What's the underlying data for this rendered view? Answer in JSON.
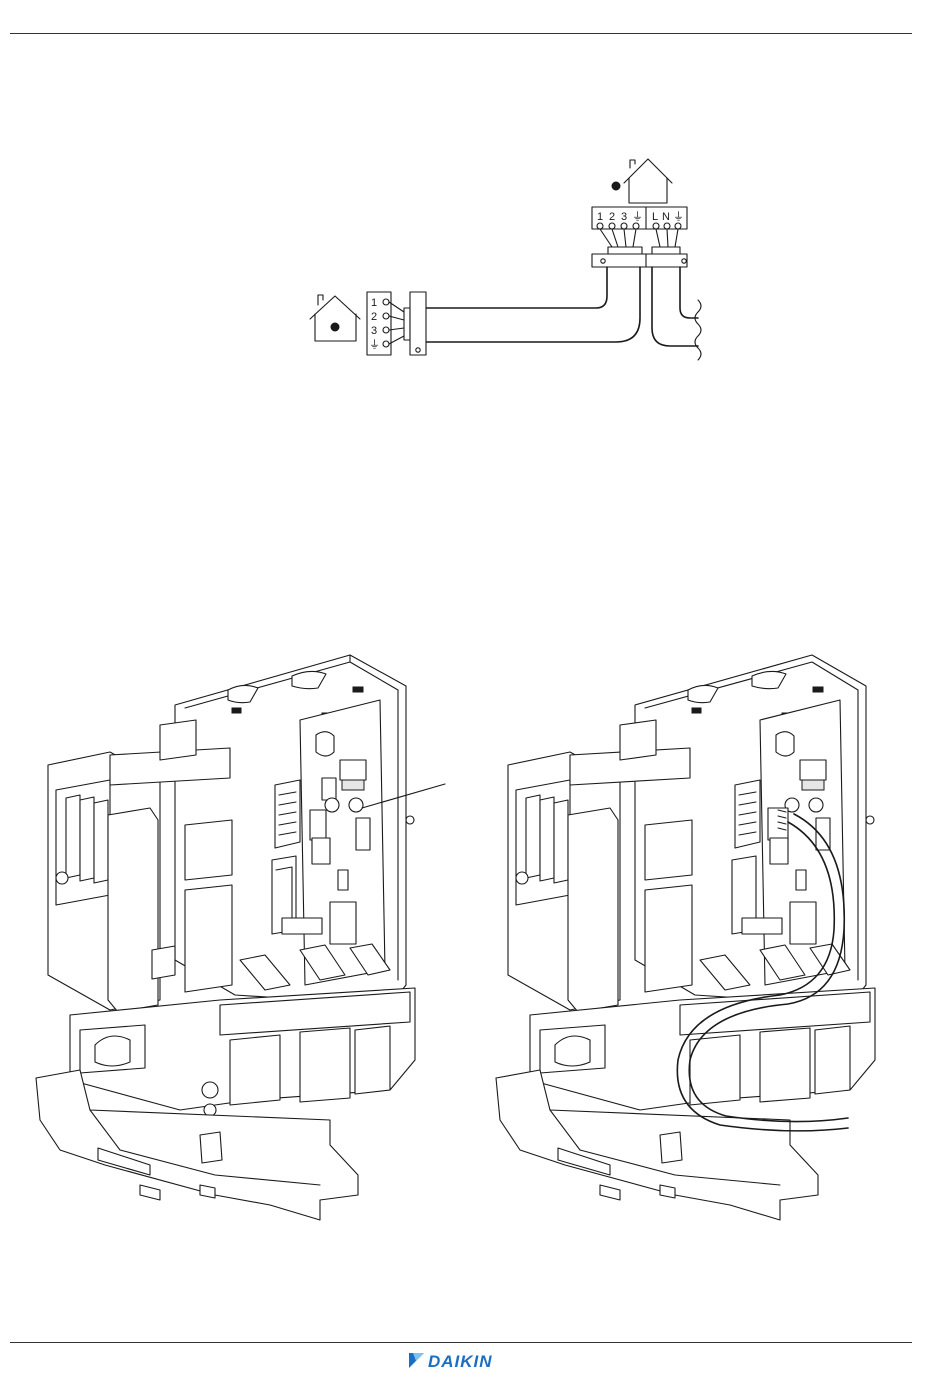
{
  "header": {
    "rule": true
  },
  "wiring_diagram": {
    "indoor_terminals": [
      "1",
      "2",
      "3",
      "⏚"
    ],
    "outdoor_signal_terminals": [
      "1",
      "2",
      "3",
      "⏚"
    ],
    "outdoor_power_terminals": [
      "L",
      "N",
      "⏚"
    ]
  },
  "footer": {
    "brand": "DAIKIN",
    "brand_color": "#1a6fc4"
  },
  "icons": {
    "indoor": "house-icon",
    "outdoor": "house-icon",
    "logo": "daikin-logo-icon"
  }
}
